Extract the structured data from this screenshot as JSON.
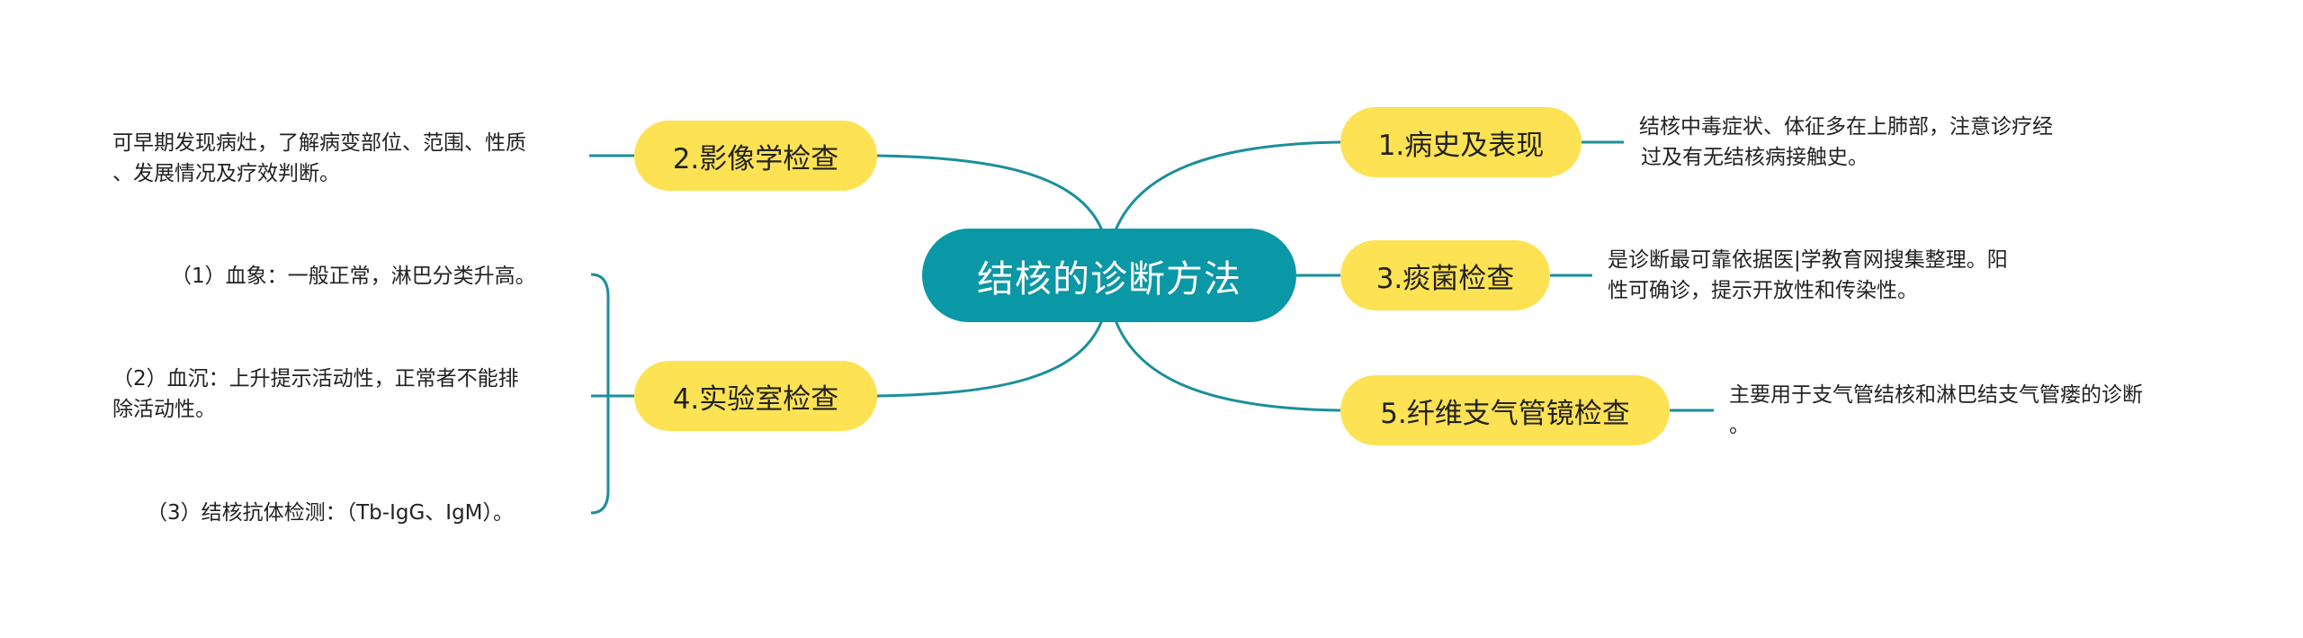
{
  "root": {
    "label": "结核的诊断方法"
  },
  "topics": {
    "t1": {
      "label": "1.病史及表现",
      "note_lines": [
        "结核中毒症状、体征多在上肺部，注意诊疗经",
        "过及有无结核病接触史。"
      ]
    },
    "t2": {
      "label": "2.影像学检查",
      "note_lines": [
        "可早期发现病灶，了解病变部位、范围、性质",
        "、发展情况及疗效判断。"
      ]
    },
    "t3": {
      "label": "3.痰菌检查",
      "note_lines": [
        "是诊断最可靠依据医|学教育网搜集整理。阳",
        "性可确诊，提示开放性和传染性。"
      ]
    },
    "t4": {
      "label": "4.实验室检查",
      "items": [
        {
          "lines": [
            "（1）血象：一般正常，淋巴分类升高。"
          ]
        },
        {
          "lines": [
            "（2）血沉：上升提示活动性，正常者不能排",
            "除活动性。"
          ]
        },
        {
          "lines": [
            "（3）结核抗体检测：（Tb-IgG、IgM）。"
          ]
        }
      ]
    },
    "t5": {
      "label": "5.纤维支气管镜检查",
      "note_lines": [
        "主要用于支气管结核和淋巴结支气管瘘的诊断",
        "。"
      ]
    }
  },
  "colors": {
    "root": "#0a97a6",
    "topic": "#fde254",
    "link": "#1a8f9b",
    "text": "#222222"
  }
}
